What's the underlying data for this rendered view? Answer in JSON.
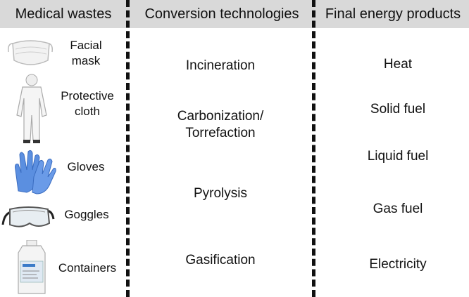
{
  "headers": {
    "col1": "Medical wastes",
    "col2": "Conversion technologies",
    "col3": "Final energy products"
  },
  "wastes": [
    {
      "label_line1": "Facial",
      "label_line2": "mask",
      "icon": "facial-mask-icon"
    },
    {
      "label_line1": "Protective",
      "label_line2": "cloth",
      "icon": "protective-suit-icon"
    },
    {
      "label_line1": "Gloves",
      "label_line2": "",
      "icon": "gloves-icon"
    },
    {
      "label_line1": "Goggles",
      "label_line2": "",
      "icon": "goggles-icon"
    },
    {
      "label_line1": "Containers",
      "label_line2": "",
      "icon": "container-bottle-icon"
    }
  ],
  "technologies": [
    {
      "line1": "Incineration",
      "line2": ""
    },
    {
      "line1": "Carbonization/",
      "line2": "Torrefaction"
    },
    {
      "line1": "Pyrolysis",
      "line2": ""
    },
    {
      "line1": "Gasification",
      "line2": ""
    }
  ],
  "products": [
    "Heat",
    "Solid fuel",
    "Liquid fuel",
    "Gas fuel",
    "Electricity"
  ],
  "colors": {
    "header_bg": "#d9d9d9",
    "divider": "#111111",
    "glove": "#5b8fe0"
  }
}
